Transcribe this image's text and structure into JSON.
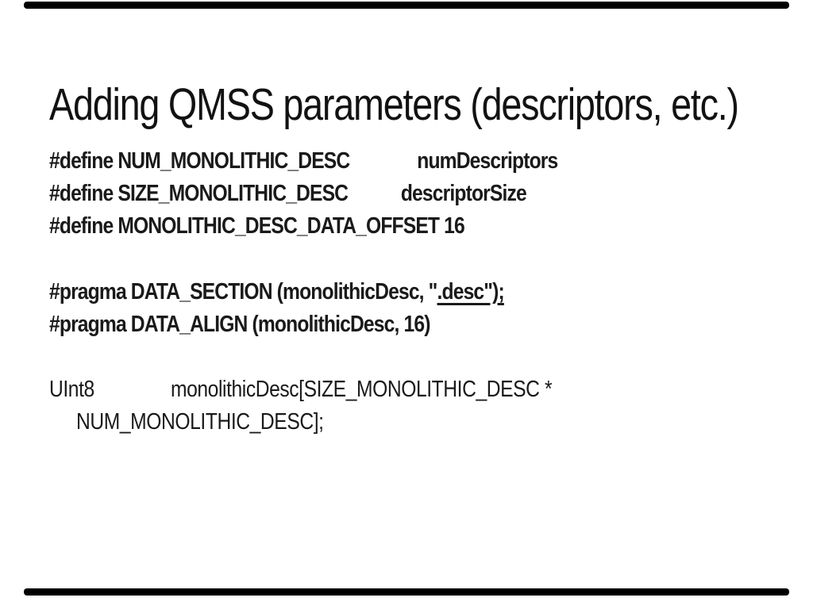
{
  "slide": {
    "title": "Adding QMSS parameters (descriptors, etc.)",
    "code": {
      "define1_label": "#define NUM_MONOLITHIC_DESC",
      "define1_value": "numDescriptors",
      "define2_label": "#define SIZE_MONOLITHIC_DESC",
      "define2_value": "descriptorSize",
      "define3": "#define MONOLITHIC_DESC_DATA_OFFSET 16",
      "pragma1_prefix": "#pragma DATA_SECTION (monolithicDesc, \"",
      "pragma1_underlined": ".desc\");",
      "pragma2": "#pragma DATA_ALIGN (monolithicDesc, 16)",
      "decl_type": "UInt8",
      "decl_body": "monolithicDesc[SIZE_MONOLITHIC_DESC *",
      "decl_wrap": "NUM_MONOLITHIC_DESC];"
    },
    "colors": {
      "background": "#ffffff",
      "text": "#1a1a1a",
      "bar": "#000000"
    }
  }
}
